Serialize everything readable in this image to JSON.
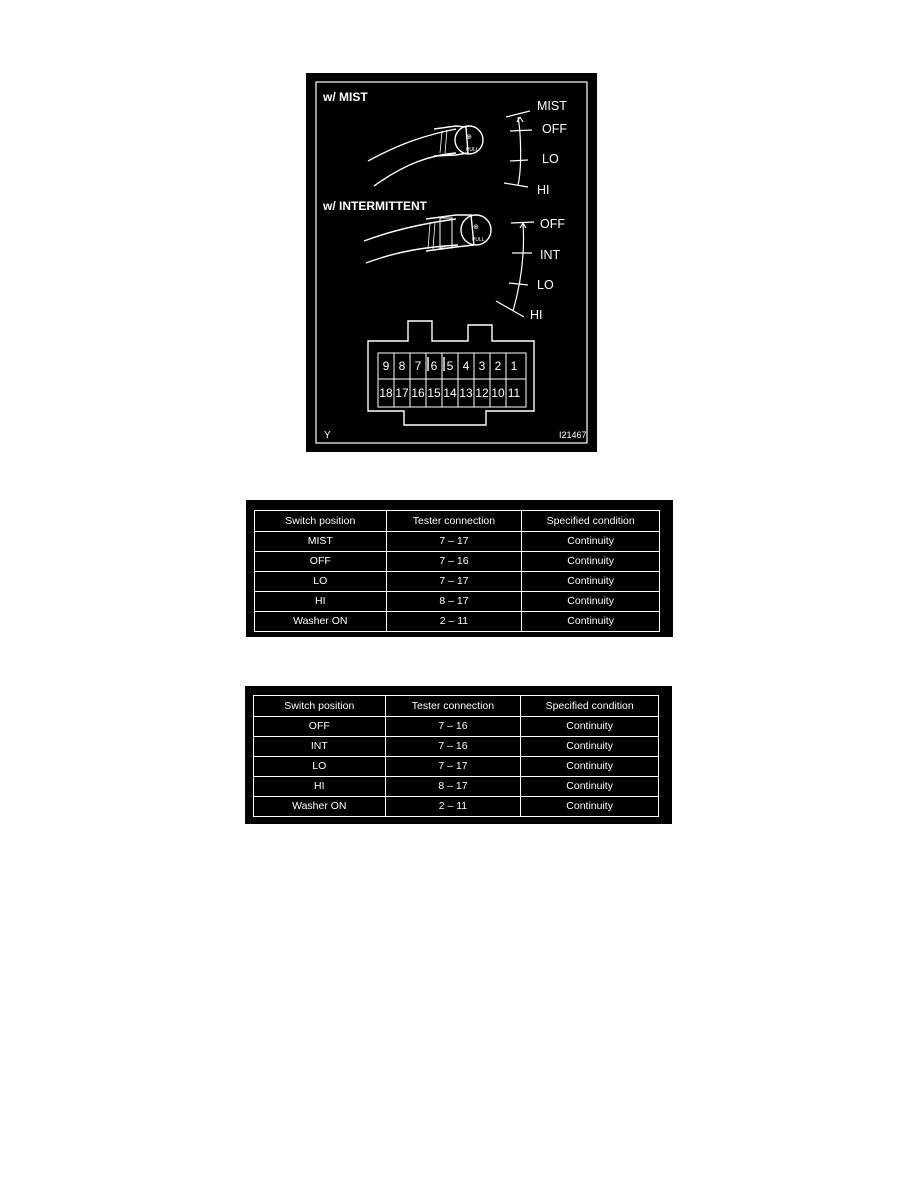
{
  "diagram": {
    "mist_title": "w/ MIST",
    "mist_positions": [
      "MIST",
      "OFF",
      "LO",
      "HI"
    ],
    "intermittent_title": "w/ INTERMITTENT",
    "intermittent_positions": [
      "OFF",
      "INT",
      "LO",
      "HI"
    ],
    "connector_top_row": [
      "9",
      "8",
      "7",
      "6",
      "5",
      "4",
      "3",
      "2",
      "1"
    ],
    "connector_bottom_row": [
      "18",
      "17",
      "16",
      "15",
      "14",
      "13",
      "12",
      "10",
      "11"
    ],
    "corner_left": "Y",
    "corner_right": "I21467"
  },
  "table1": {
    "headers": [
      "Switch position",
      "Tester connection",
      "Specified  condition"
    ],
    "rows": [
      [
        "MIST",
        "7 – 17",
        "Continuity"
      ],
      [
        "OFF",
        "7 – 16",
        "Continuity"
      ],
      [
        "LO",
        "7 – 17",
        "Continuity"
      ],
      [
        "HI",
        "8 – 17",
        "Continuity"
      ],
      [
        "Washer ON",
        "2 – 11",
        "Continuity"
      ]
    ]
  },
  "table2": {
    "headers": [
      "Switch position",
      "Tester connection",
      "Specified  condition"
    ],
    "rows": [
      [
        "OFF",
        "7 – 16",
        "Continuity"
      ],
      [
        "INT",
        "7 – 16",
        "Continuity"
      ],
      [
        "LO",
        "7 – 17",
        "Continuity"
      ],
      [
        "HI",
        "8 – 17",
        "Continuity"
      ],
      [
        "Washer ON",
        "2 – 11",
        "Continuity"
      ]
    ]
  }
}
